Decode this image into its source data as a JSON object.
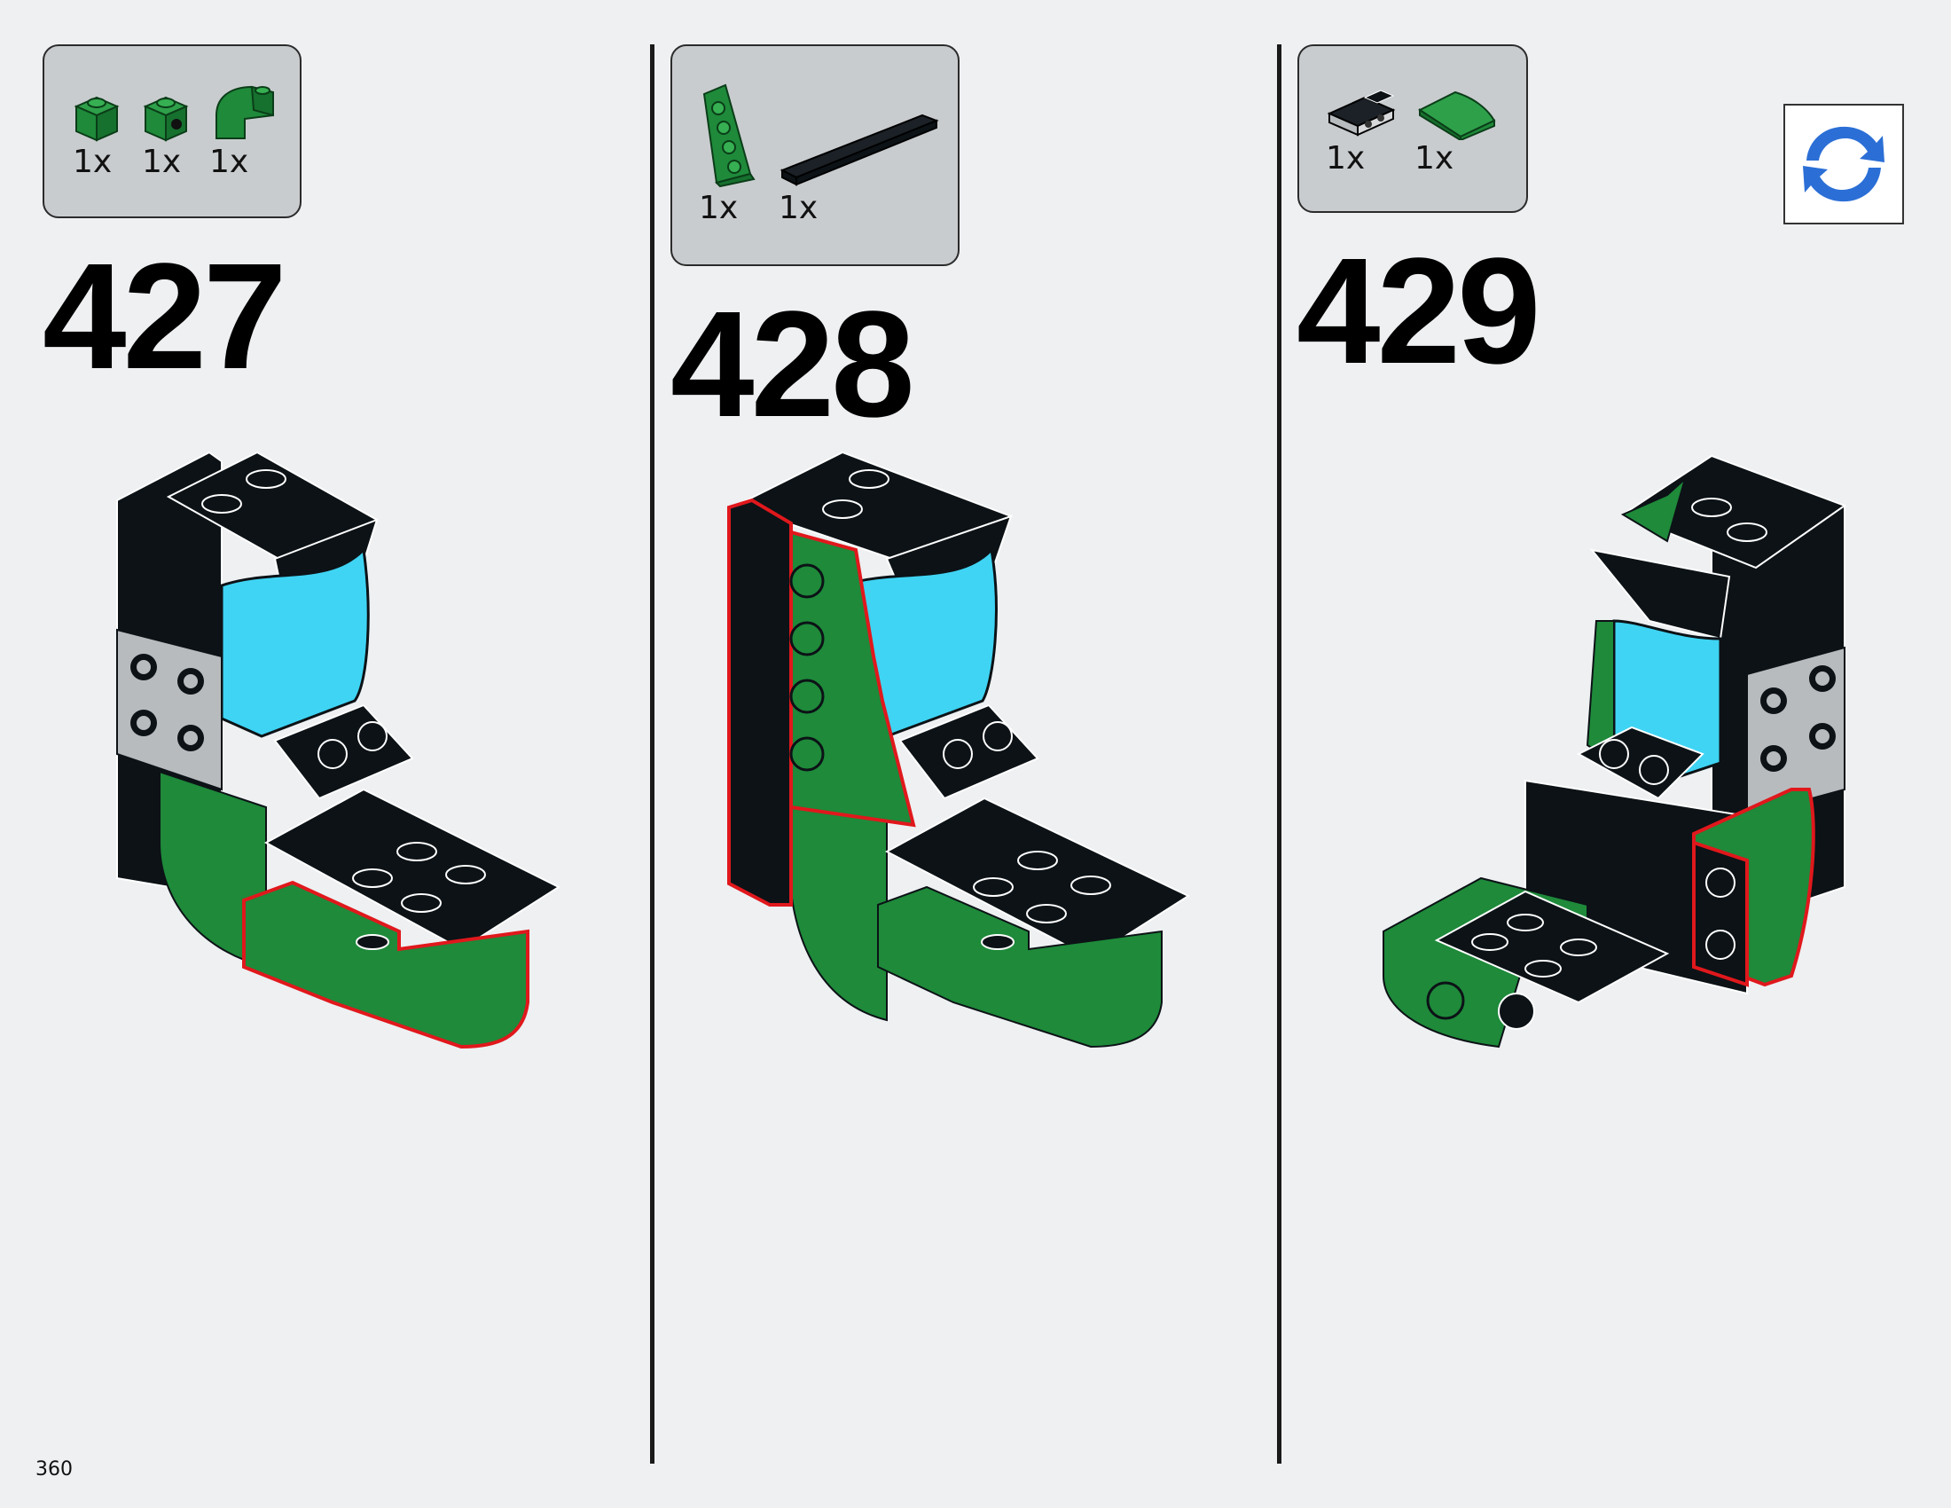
{
  "page": {
    "page_number": "360"
  },
  "steps": [
    {
      "number": "427",
      "parts": [
        {
          "qty": "1x",
          "icon": "green-1x1-brick"
        },
        {
          "qty": "1x",
          "icon": "green-1x1-brick-with-side-stud"
        },
        {
          "qty": "1x",
          "icon": "green-curved-slope"
        }
      ]
    },
    {
      "number": "428",
      "parts": [
        {
          "qty": "1x",
          "icon": "green-wedge-plate"
        },
        {
          "qty": "1x",
          "icon": "black-long-tile"
        }
      ]
    },
    {
      "number": "429",
      "parts": [
        {
          "qty": "1x",
          "icon": "black-bracket-plate"
        },
        {
          "qty": "1x",
          "icon": "green-curved-slope"
        }
      ]
    }
  ],
  "rotate_indicator": {
    "icon": "rotate-model-icon"
  },
  "colors": {
    "background": "#eef0f2",
    "parts_box": "#c9cccf",
    "brick_green": "#1e8a3a",
    "brick_black": "#0c1216",
    "brick_gray": "#b8bbbe",
    "windscreen": "#3fd4f4",
    "highlight": "#e0181c",
    "rotate_arrows": "#2b6fd6"
  }
}
